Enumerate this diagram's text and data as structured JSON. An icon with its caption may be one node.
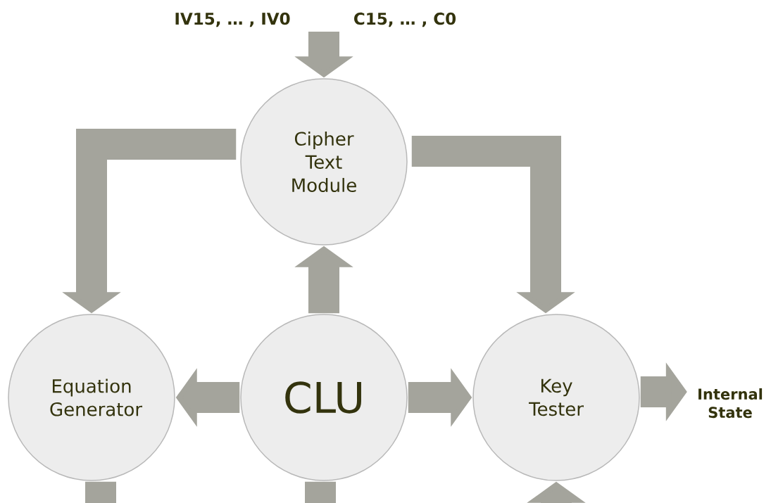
{
  "diagram": {
    "nodes": [
      {
        "text": [
          "Cipher Text Module"
        ]
      },
      {
        "text": [
          "Equation Generator"
        ]
      },
      {
        "text": [
          "CLU"
        ]
      },
      {
        "text": [
          "Key Tester"
        ]
      },
      {
        "text": [
          "Internal State"
        ]
      }
    ],
    "edges": [
      {
        "from": null,
        "to": 0,
        "arrow": "to"
      },
      {
        "from": 0,
        "to": 1,
        "arrow": "to"
      },
      {
        "from": 0,
        "to": 3,
        "arrow": "to"
      },
      {
        "from": 2,
        "to": 0,
        "arrow": "to"
      },
      {
        "from": 2,
        "to": 1,
        "arrow": "to"
      },
      {
        "from": 2,
        "to": 3,
        "arrow": "to"
      },
      {
        "from": 3,
        "to": 4,
        "arrow": "to"
      },
      {
        "from": 1,
        "to": null,
        "arrow": "none"
      },
      {
        "from": 2,
        "to": null,
        "arrow": "none"
      },
      {
        "from": null,
        "to": 3,
        "arrow": "to"
      }
    ],
    "labels": [
      "IV15, … , IV0",
      "C15, … , C0"
    ]
  }
}
